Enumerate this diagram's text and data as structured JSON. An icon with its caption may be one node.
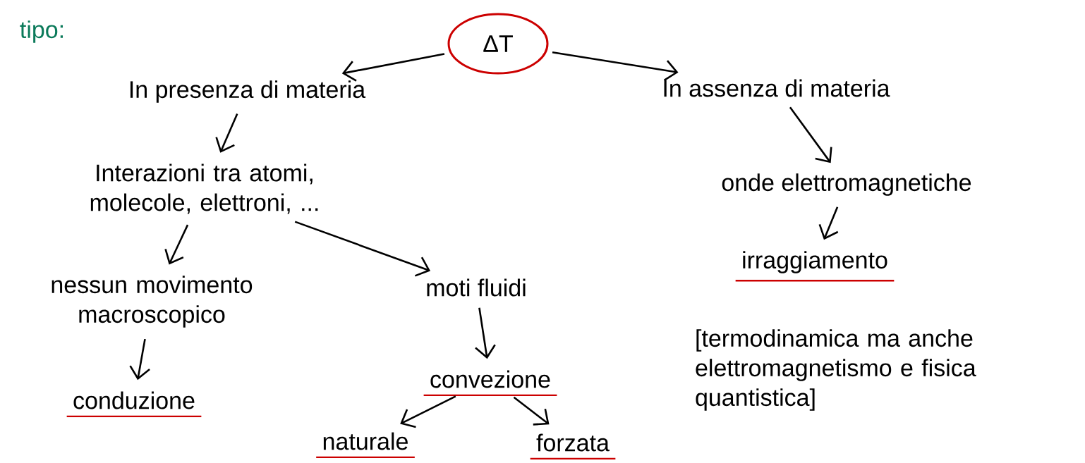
{
  "diagram": {
    "nodes": [
      {
        "text": [
          "ΔT"
        ]
      },
      {
        "text": [
          "In presenza di materia"
        ]
      },
      {
        "text": [
          "In assenza di materia"
        ]
      },
      {
        "text": [
          "Interazioni tra atomi, molecole, elettroni, ..."
        ]
      },
      {
        "text": [
          "nessun movimento macroscopico"
        ]
      },
      {
        "text": [
          "moti fluidi"
        ]
      },
      {
        "text": [
          "conduzione"
        ]
      },
      {
        "text": [
          "convezione"
        ]
      },
      {
        "text": [
          "naturale"
        ]
      },
      {
        "text": [
          "forzata"
        ]
      },
      {
        "text": [
          "onde elettromagnetiche"
        ]
      },
      {
        "text": [
          "irraggiamento"
        ]
      }
    ],
    "edges": [
      {
        "from": 0,
        "to": 1,
        "arrow": "to"
      },
      {
        "from": 0,
        "to": 2,
        "arrow": "to"
      },
      {
        "from": 1,
        "to": 3,
        "arrow": "to"
      },
      {
        "from": 3,
        "to": 4,
        "arrow": "to"
      },
      {
        "from": 3,
        "to": 5,
        "arrow": "to"
      },
      {
        "from": 4,
        "to": 6,
        "arrow": "to"
      },
      {
        "from": 5,
        "to": 7,
        "arrow": "to"
      },
      {
        "from": 7,
        "to": 8,
        "arrow": "to"
      },
      {
        "from": 7,
        "to": 9,
        "arrow": "to"
      },
      {
        "from": 2,
        "to": 10,
        "arrow": "to"
      },
      {
        "from": 10,
        "to": 11,
        "arrow": "to"
      }
    ],
    "labels": [
      "tipo:",
      "[termodinamica ma anche elettromagnetismo e fisica quantistica]"
    ]
  }
}
